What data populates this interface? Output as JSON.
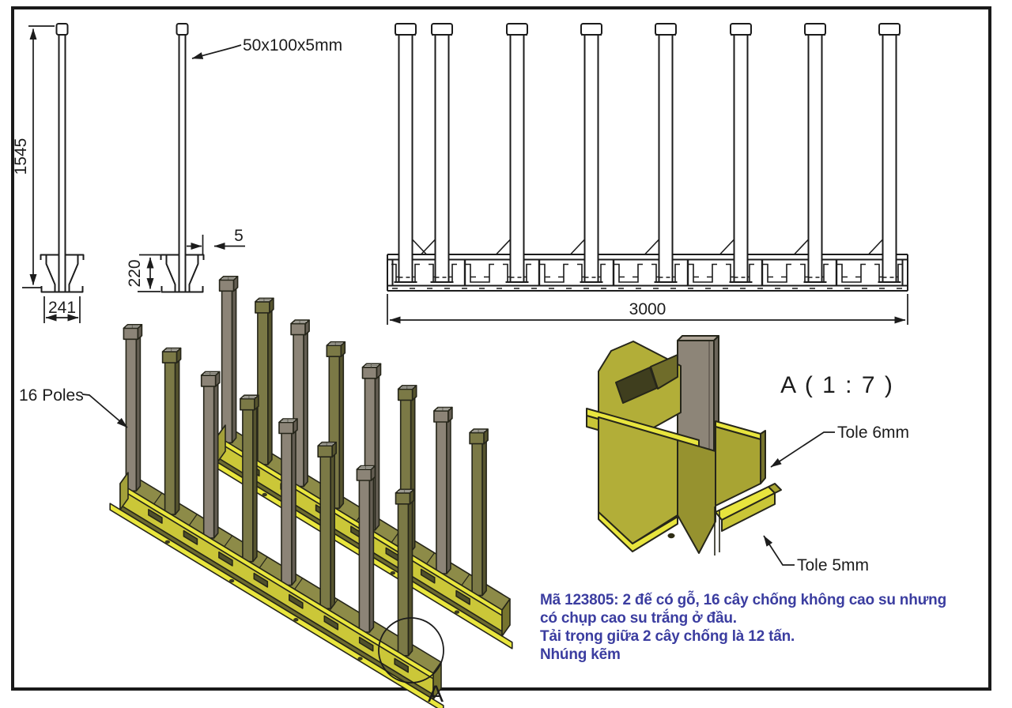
{
  "drawing": {
    "views": {
      "single_pole_front": {
        "height_dim": "1545",
        "base_width_dim": "241"
      },
      "pole_base_detail": {
        "thickness_dim": "5",
        "base_height_dim": "220",
        "section_callout": "50x100x5mm"
      },
      "rack_front": {
        "length_dim": "3000"
      },
      "rack_isometric": {
        "poles_callout": "16 Poles",
        "section_mark": "A"
      },
      "detail_a": {
        "title": "A ( 1 : 7 )",
        "callout_top": "Tole 6mm",
        "callout_bottom": "Tole 5mm"
      }
    },
    "notes": {
      "line1": "Mã 123805: 2 đế có gỗ, 16 cây chống không cao su nhưng",
      "line2": "có chụp cao su trắng ở đầu.",
      "line3": "Tải trọng giữa 2 cây chống là 12 tấn.",
      "line4": "Nhúng kẽm"
    },
    "colors": {
      "line": "#1c1c1c",
      "note_text": "#3b3da0",
      "rail_yellow_bright": "#e9e63d",
      "rail_yellow_mid": "#cbc738",
      "rail_olive_top": "#8d8b48",
      "rail_olive_shadow": "#6c6a2f",
      "slot_dark": "#50502a",
      "pole_grey": "#8c8477",
      "pole_grey_side": "#645e53",
      "pole_olive": "#7b7946",
      "pole_olive_side": "#56542e",
      "cap_white": "#dad7ce",
      "background": "#ffffff"
    }
  }
}
